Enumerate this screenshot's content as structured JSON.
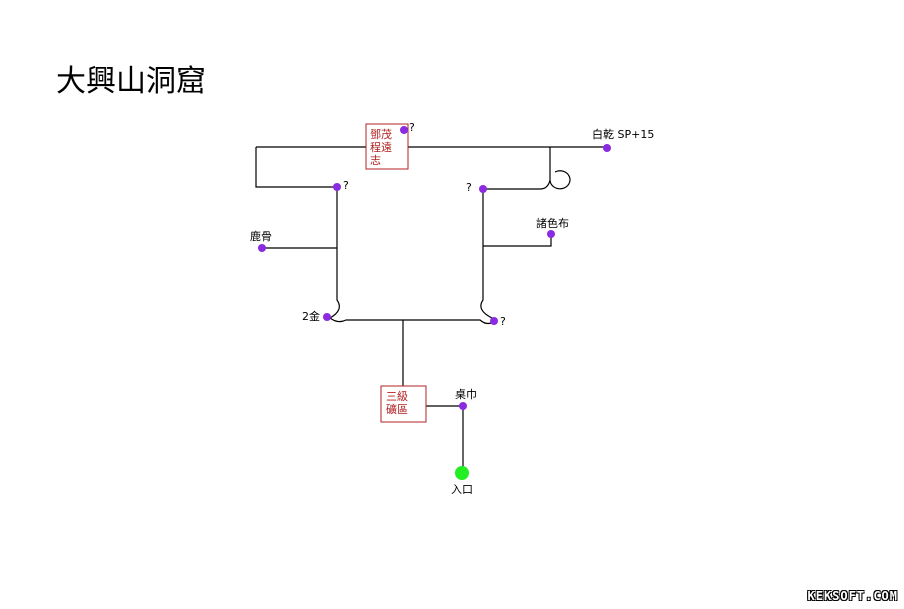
{
  "title": "大興山洞窟",
  "watermark": "KEKSOFT.COM",
  "colors": {
    "line": "#000000",
    "point": "#8a2be2",
    "entrance": "#22ee22",
    "npc_box": "#b22222"
  },
  "npc_boxes": [
    {
      "id": "npc-box-top",
      "lines": [
        "鄧茂",
        "程遠",
        "志"
      ]
    },
    {
      "id": "npc-box-bottom",
      "lines": [
        "三級",
        "礦區"
      ]
    }
  ],
  "points": [
    {
      "id": "point-top-box",
      "label": "?"
    },
    {
      "id": "point-baigan",
      "label": "白乾 SP+15"
    },
    {
      "id": "point-left-upper",
      "label": "?"
    },
    {
      "id": "point-right-upper",
      "label": "?"
    },
    {
      "id": "point-zhuse",
      "label": "諸色布"
    },
    {
      "id": "point-lugu",
      "label": "鹿骨"
    },
    {
      "id": "point-2jin",
      "label": "2金"
    },
    {
      "id": "point-right-lower",
      "label": "?"
    },
    {
      "id": "point-zhuojin",
      "label": "桌巾"
    }
  ],
  "entrance": {
    "label": "入口"
  }
}
